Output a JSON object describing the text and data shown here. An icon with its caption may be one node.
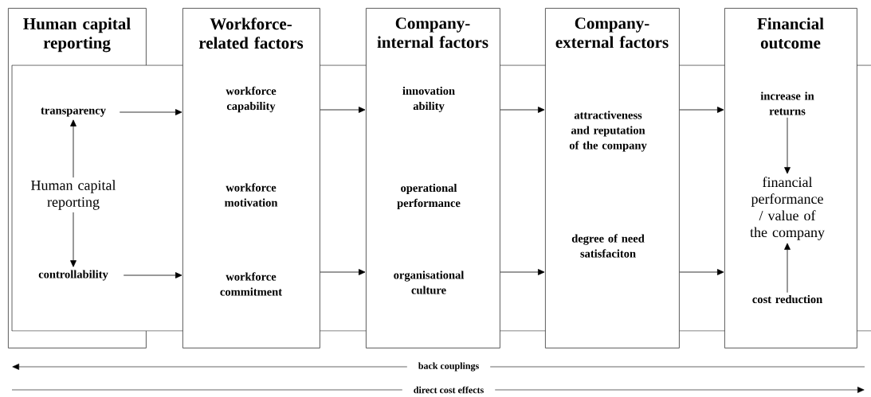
{
  "diagram": {
    "nodes": [
      {
        "text": [
          "Human capital reporting"
        ]
      },
      {
        "text": [
          "transparency"
        ],
        "in": 0
      },
      {
        "text": [
          "Human capital reporting"
        ],
        "in": 0
      },
      {
        "text": [
          "controllability"
        ],
        "in": 0
      },
      {
        "text": [
          "Workforce-related factors"
        ]
      },
      {
        "text": [
          "workforce capability"
        ],
        "in": 4
      },
      {
        "text": [
          "workforce motivation"
        ],
        "in": 4
      },
      {
        "text": [
          "workforce commitment"
        ],
        "in": 4
      },
      {
        "text": [
          "Company-internal factors"
        ]
      },
      {
        "text": [
          "innovation ability"
        ],
        "in": 8
      },
      {
        "text": [
          "operational performance"
        ],
        "in": 8
      },
      {
        "text": [
          "organisational culture"
        ],
        "in": 8
      },
      {
        "text": [
          "Company-external factors"
        ]
      },
      {
        "text": [
          "attractiveness and reputation of the company"
        ],
        "in": 12
      },
      {
        "text": [
          "degree of need satisfaciton"
        ],
        "in": 12
      },
      {
        "text": [
          "Financial outcome"
        ]
      },
      {
        "text": [
          "increase in returns"
        ],
        "in": 15
      },
      {
        "text": [
          "financial performance / value of the company"
        ],
        "in": 15
      },
      {
        "text": [
          "cost reduction"
        ],
        "in": 15
      }
    ],
    "edges": [
      {
        "from": 2,
        "to": 1,
        "arrow": "to"
      },
      {
        "from": 2,
        "to": 3,
        "arrow": "to"
      },
      {
        "from": 1,
        "to": 4,
        "arrow": "to"
      },
      {
        "from": 3,
        "to": 4,
        "arrow": "to"
      },
      {
        "from": 4,
        "to": 8,
        "arrow": "to"
      },
      {
        "from": 4,
        "to": 8,
        "arrow": "to"
      },
      {
        "from": 8,
        "to": 12,
        "arrow": "to"
      },
      {
        "from": 8,
        "to": 12,
        "arrow": "to"
      },
      {
        "from": 12,
        "to": 15,
        "arrow": "to"
      },
      {
        "from": 12,
        "to": 15,
        "arrow": "to"
      },
      {
        "from": 16,
        "to": 17,
        "arrow": "to"
      },
      {
        "from": 18,
        "to": 17,
        "arrow": "to"
      }
    ],
    "labels": [
      "back couplings",
      "direct cost effects"
    ]
  }
}
